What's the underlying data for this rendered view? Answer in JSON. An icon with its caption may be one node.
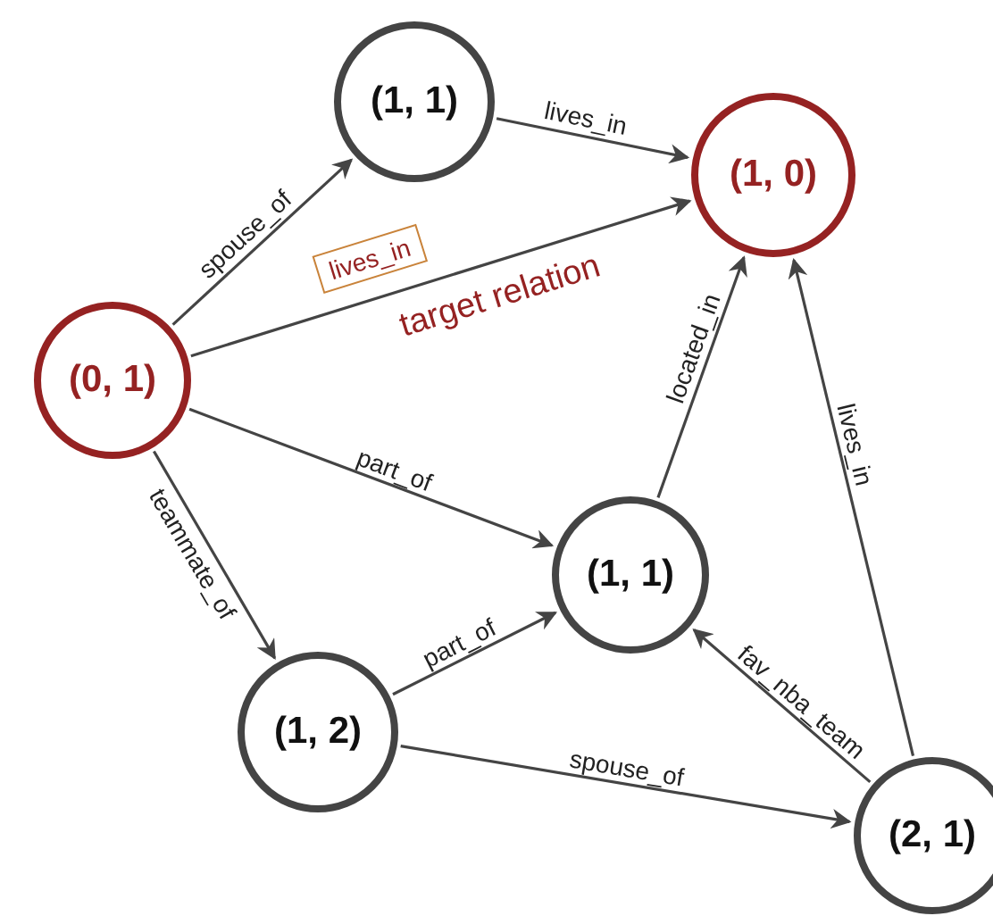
{
  "diagram": {
    "nodes": [
      {
        "text": [
          "(0, 1)"
        ]
      },
      {
        "text": [
          "(1, 1)"
        ]
      },
      {
        "text": [
          "(1, 0)"
        ]
      },
      {
        "text": [
          "(1, 1)"
        ]
      },
      {
        "text": [
          "(1, 2)"
        ]
      },
      {
        "text": [
          "(2, 1)"
        ]
      }
    ],
    "edges": [
      {
        "from": 0,
        "to": 1,
        "arrow": "to",
        "label": "spouse_of"
      },
      {
        "from": 1,
        "to": 2,
        "arrow": "to",
        "label": "lives_in"
      },
      {
        "from": 0,
        "to": 2,
        "arrow": "to",
        "label": "lives_in"
      },
      {
        "from": 0,
        "to": 3,
        "arrow": "to",
        "label": "part_of"
      },
      {
        "from": 3,
        "to": 2,
        "arrow": "to",
        "label": "located_in"
      },
      {
        "from": 0,
        "to": 4,
        "arrow": "to",
        "label": "teammate_of"
      },
      {
        "from": 4,
        "to": 3,
        "arrow": "to",
        "label": "part_of"
      },
      {
        "from": 4,
        "to": 5,
        "arrow": "to",
        "label": "spouse_of"
      },
      {
        "from": 5,
        "to": 3,
        "arrow": "to",
        "label": "fav_nba_team"
      },
      {
        "from": 5,
        "to": 2,
        "arrow": "to",
        "label": "lives_in"
      }
    ],
    "labels": [
      "target relation"
    ]
  }
}
